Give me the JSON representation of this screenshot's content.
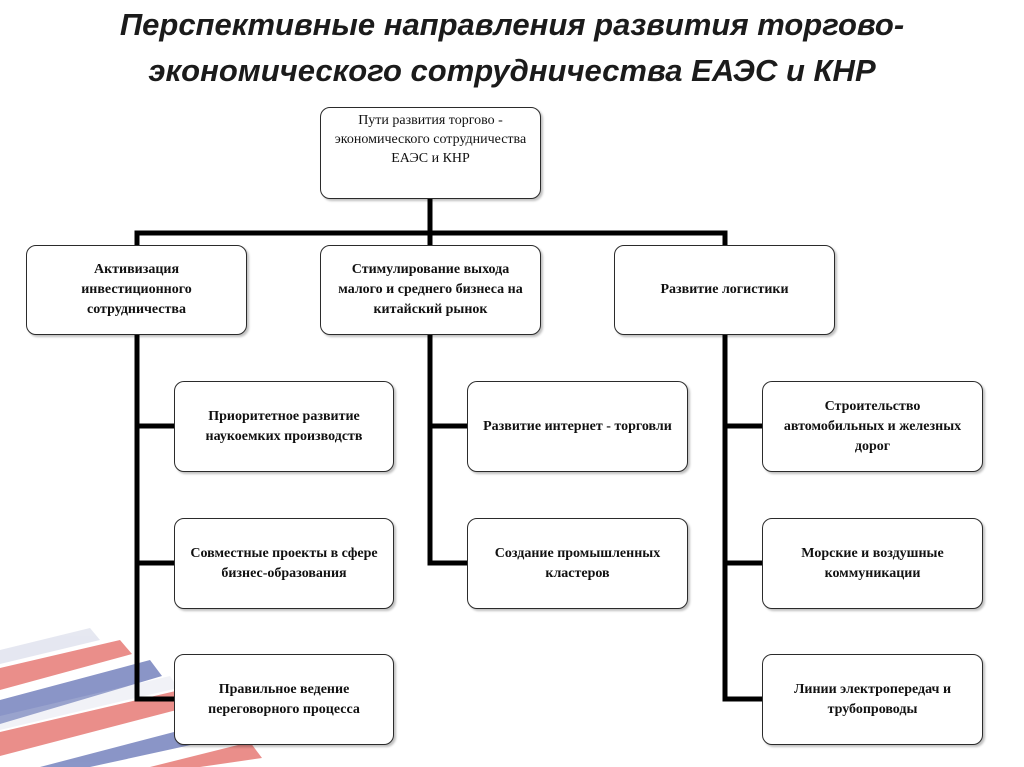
{
  "title": {
    "line1": "Перспективные направления развития торгово-",
    "line2": "экономического сотрудничества ЕАЭС и КНР"
  },
  "diagram": {
    "root": "Пути развития торгово - экономического сотрудничества ЕАЭС и КНР",
    "branches": [
      {
        "label": "Активизация инвестиционного сотрудничества",
        "children": [
          "Приоритетное развитие наукоемких производств",
          "Совместные проекты  в сфере бизнес-образования",
          "Правильное ведение переговорного процесса"
        ]
      },
      {
        "label": "Стимулирование выхода малого и среднего бизнеса на китайский рынок",
        "children": [
          "Развитие интернет - торговли",
          "Создание промышленных кластеров"
        ]
      },
      {
        "label": "Развитие логистики",
        "children": [
          "Строительство автомобильных и железных дорог",
          "Морские и воздушные коммуникации",
          "Линии электропередач и трубопроводы"
        ]
      }
    ]
  },
  "colors": {
    "connector": "#000000",
    "box_border": "#2b2b2b",
    "deco_red": "#d9322b",
    "deco_blue": "#2c3f9a"
  }
}
